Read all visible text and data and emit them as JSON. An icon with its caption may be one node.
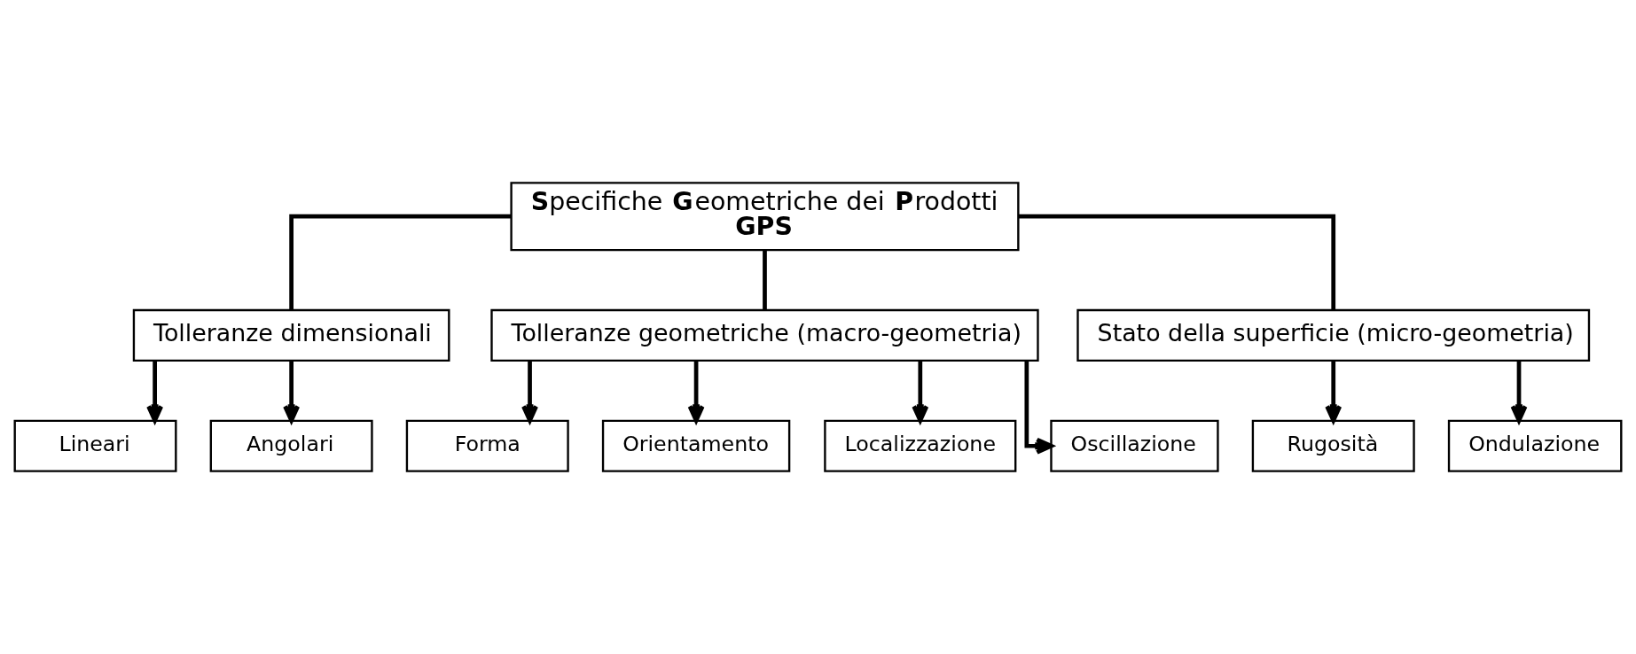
{
  "diagram": {
    "nodes": [
      {
        "text": [
          "**S**pecifiche **G**eometriche dei **P**rodotti",
          "GPS"
        ]
      },
      {
        "text": [
          "Tolleranze dimensionali"
        ]
      },
      {
        "text": [
          "Tolleranze geometriche (macro-geometria)"
        ]
      },
      {
        "text": [
          "Stato della superficie (micro-geometria)"
        ]
      },
      {
        "text": [
          "Lineari"
        ]
      },
      {
        "text": [
          "Angolari"
        ]
      },
      {
        "text": [
          "Forma"
        ]
      },
      {
        "text": [
          "Orientamento"
        ]
      },
      {
        "text": [
          "Localizzazione"
        ]
      },
      {
        "text": [
          "Oscillazione"
        ]
      },
      {
        "text": [
          "Rugosità"
        ]
      },
      {
        "text": [
          "Ondulazione"
        ]
      }
    ],
    "edges": [
      {
        "from": 0,
        "to": 1,
        "arrow": "none"
      },
      {
        "from": 0,
        "to": 2,
        "arrow": "none"
      },
      {
        "from": 0,
        "to": 3,
        "arrow": "none"
      },
      {
        "from": 1,
        "to": 4,
        "arrow": "to"
      },
      {
        "from": 1,
        "to": 5,
        "arrow": "to"
      },
      {
        "from": 2,
        "to": 6,
        "arrow": "to"
      },
      {
        "from": 2,
        "to": 7,
        "arrow": "to"
      },
      {
        "from": 2,
        "to": 8,
        "arrow": "to"
      },
      {
        "from": 2,
        "to": 9,
        "arrow": "to"
      },
      {
        "from": 3,
        "to": 10,
        "arrow": "to"
      },
      {
        "from": 3,
        "to": 11,
        "arrow": "to"
      }
    ]
  }
}
